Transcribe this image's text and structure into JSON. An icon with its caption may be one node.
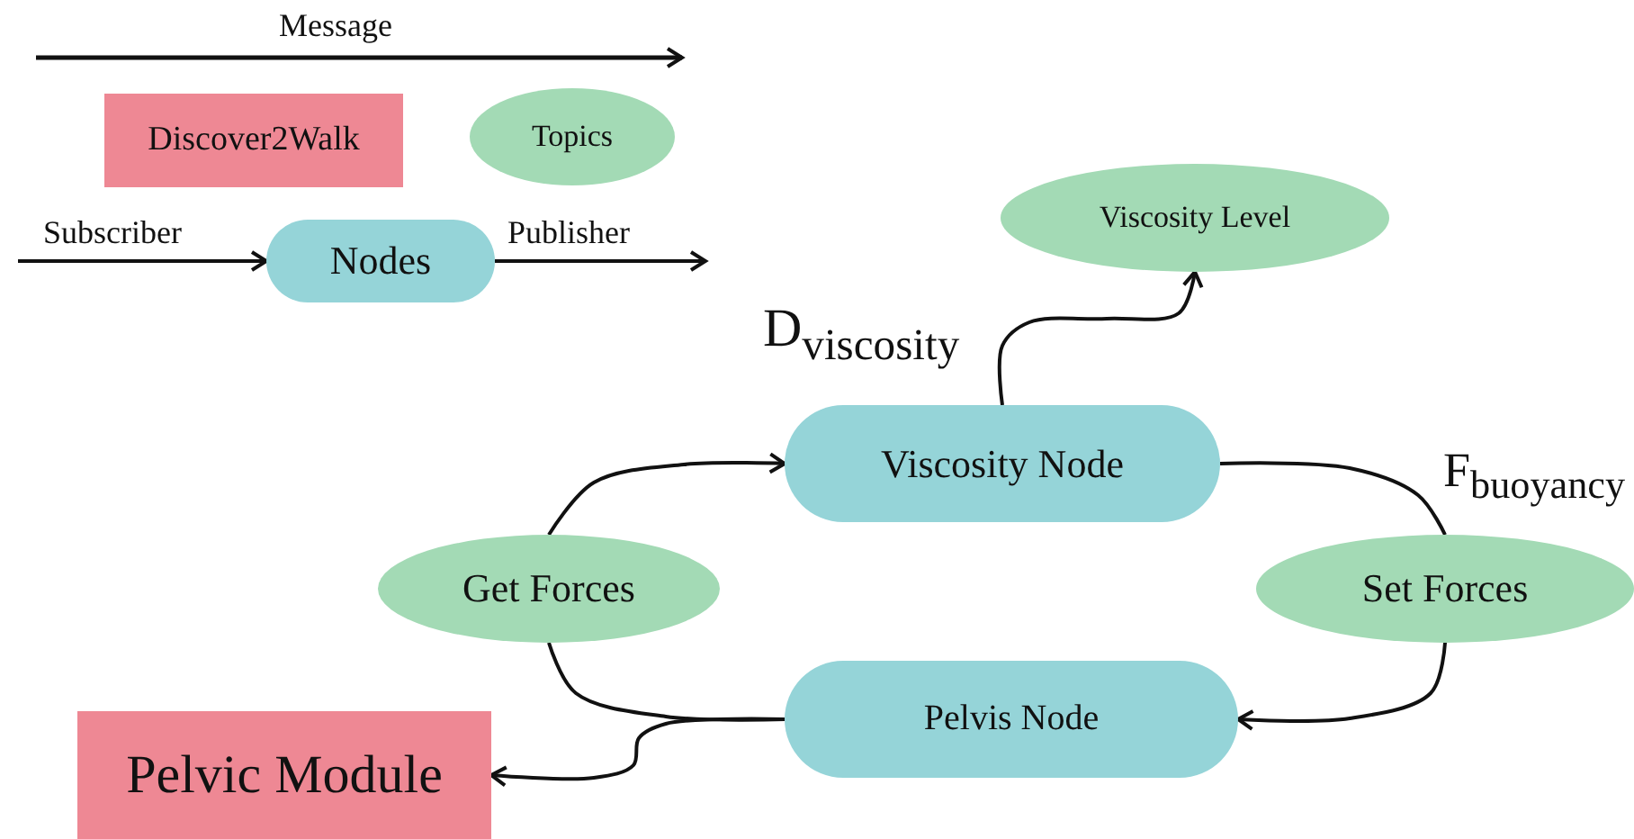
{
  "diagram": {
    "nodes": [
      {
        "text": [
          "Discover2Walk"
        ]
      },
      {
        "text": [
          "Topics"
        ]
      },
      {
        "text": [
          "Nodes"
        ]
      },
      {
        "text": [
          "Viscosity Level"
        ]
      },
      {
        "text": [
          "Viscosity Node"
        ]
      },
      {
        "text": [
          "Get Forces"
        ]
      },
      {
        "text": [
          "Set Forces"
        ]
      },
      {
        "text": [
          "Pelvis Node"
        ]
      },
      {
        "text": [
          "Pelvic Module"
        ]
      }
    ],
    "edges": [
      {
        "from": null,
        "to": 2,
        "arrow": "to",
        "label": "Subscriber"
      },
      {
        "from": 2,
        "to": null,
        "arrow": "to",
        "label": "Publisher"
      },
      {
        "from": 4,
        "to": 3,
        "arrow": "to",
        "label": "D$_{viscosity}$"
      },
      {
        "from": 5,
        "to": 4,
        "arrow": "to"
      },
      {
        "from": 7,
        "to": 5,
        "arrow": "none"
      },
      {
        "from": 4,
        "to": 6,
        "arrow": "none",
        "label": "F$_{buoyancy}$"
      },
      {
        "from": 6,
        "to": 7,
        "arrow": "to"
      },
      {
        "from": 7,
        "to": 8,
        "arrow": "to"
      }
    ],
    "legend": [
      {
        "text": "Message"
      }
    ]
  }
}
